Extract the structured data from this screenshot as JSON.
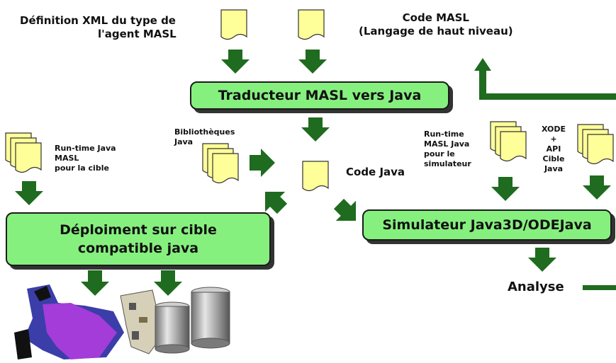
{
  "labels": {
    "xml_def_line1": "Définition XML du type de",
    "xml_def_line2": "l'agent MASL",
    "code_masl_line1": "Code MASL",
    "code_masl_line2": "(Langage de haut niveau)",
    "biblio_line1": "Bibliothèques",
    "biblio_line2": "Java",
    "runtime_cible_line1": "Run-time Java",
    "runtime_cible_line2": "MASL",
    "runtime_cible_line3": "pour la cible",
    "code_java": "Code Java",
    "runtime_sim_line1": "Run-time",
    "runtime_sim_line2": "MASL Java",
    "runtime_sim_line3": "pour le",
    "runtime_sim_line4": "simulateur",
    "xode_line1": "XODE",
    "xode_line2": "+",
    "xode_line3": "API",
    "xode_line4": "Cible",
    "xode_line5": "Java",
    "analyse": "Analyse"
  },
  "boxes": {
    "traducteur": "Traducteur MASL vers Java",
    "deploiement_line1": "Déploiment sur cible",
    "deploiement_line2": "compatible java",
    "simulateur": "Simulateur Java3D/ODEJava"
  },
  "colors": {
    "document_fill": "#ffff99",
    "box_fill": "#86f07f",
    "arrow_green": "#1f6b1f",
    "robot_purple": "#a33cd8",
    "robot_blue": "#3b3ea8"
  }
}
